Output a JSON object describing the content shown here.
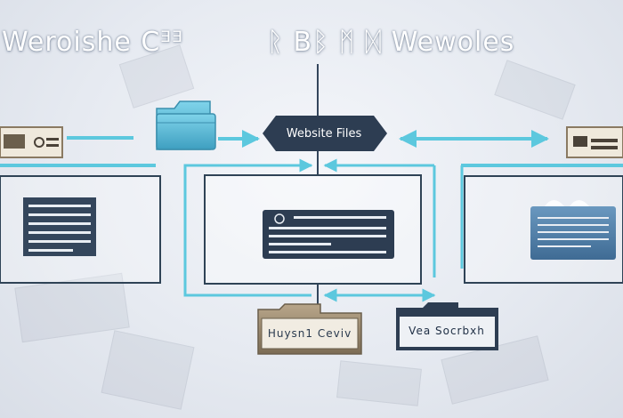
{
  "headline": {
    "left": "Weroishe Cᴲᴲ",
    "right": "ᚱ Bᛒ ᛗ ᛞ Wewoles"
  },
  "nodes": {
    "center": "Website Files",
    "bottom_left": "Huysn1 Ceviv",
    "bottom_right": "Vea Socrbxh"
  },
  "colors": {
    "connector": "#5cc8de",
    "panel_border": "#2f4356",
    "node_dark": "#2d3d52",
    "document_dark": "#34465c",
    "document_blue": "#4f7ea6",
    "folder_gold": "#8a7a62",
    "folder_cyan": "#5ab9d6"
  },
  "icons": [
    "folder-icon",
    "document-icon",
    "machine-icon",
    "arrow-icon"
  ]
}
